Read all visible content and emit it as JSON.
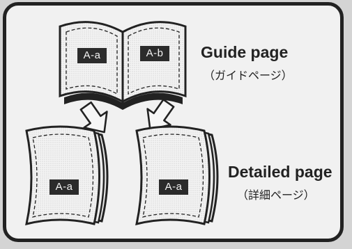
{
  "guide": {
    "title": "Guide page",
    "subtitle": "（ガイドページ）",
    "left_tag": "A-a",
    "right_tag": "A-b"
  },
  "detailed": {
    "title": "Detailed page",
    "subtitle": "（詳細ページ）",
    "left_tag": "A-a",
    "right_tag": "A-a"
  },
  "colors": {
    "frame": "#222222",
    "tag_bg": "#2b2b2b",
    "paper": "#f1f1f1"
  },
  "icons": [
    "open-book-icon",
    "arrow-down-left-icon",
    "arrow-down-right-icon",
    "page-icon"
  ]
}
